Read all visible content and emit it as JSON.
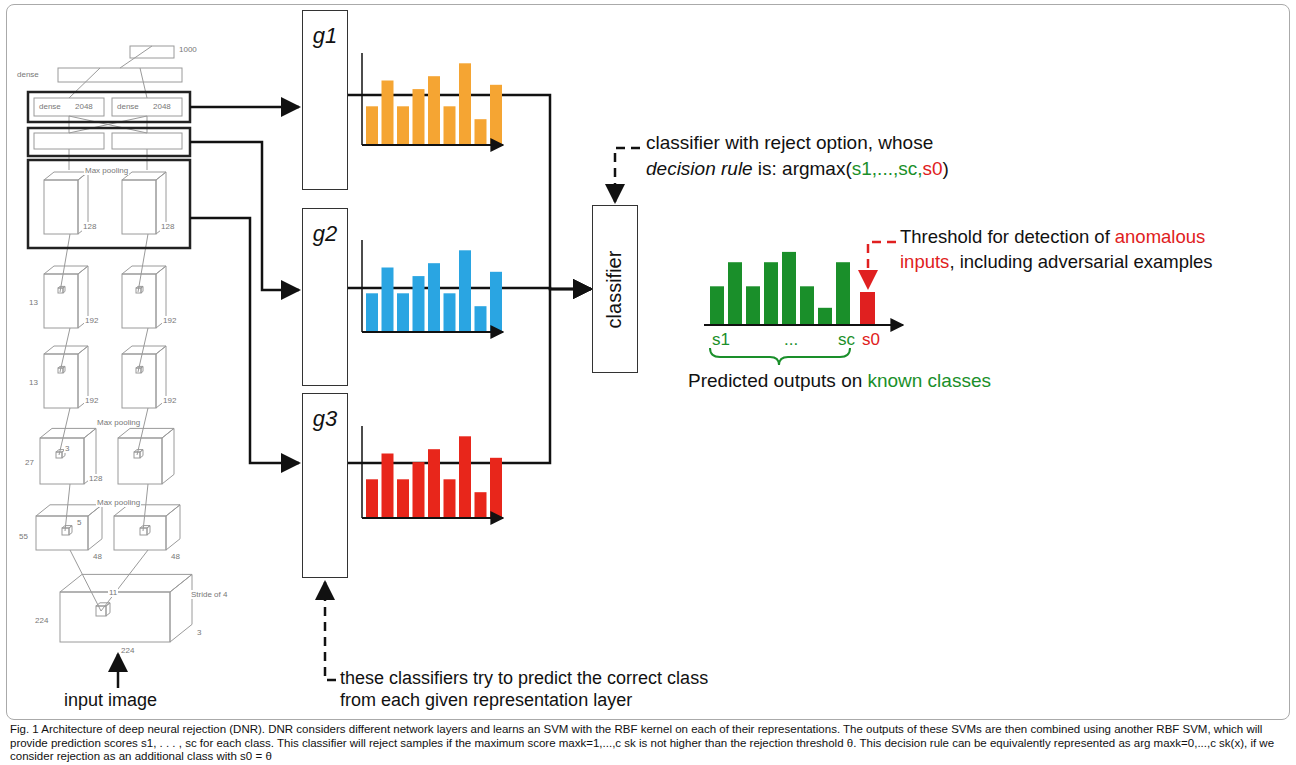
{
  "diagram": {
    "caption": "Fig. 1 Architecture of deep neural rejection (DNR). DNR considers different network layers and learns an SVM with the RBF kernel on each of their representations. The outputs of these SVMs are then combined using another RBF SVM, which will provide prediction scores s1, . . . , sc for each class. This classifier will reject samples if the maximum score maxk=1,...,c sk is not higher than the rejection threshold θ. This decision rule can be equivalently represented as arg maxk=0,...,c sk(x), if we consider rejection as an additional class with s0 = θ",
    "nodes": [
      {
        "text": [
          "g1"
        ]
      },
      {
        "text": [
          "g2"
        ]
      },
      {
        "text": [
          "g3"
        ]
      },
      {
        "text": [
          "classifier"
        ]
      }
    ],
    "edges": [
      {
        "from": 0,
        "to": 3,
        "arrow": "to"
      },
      {
        "from": 1,
        "to": 3,
        "arrow": "to"
      },
      {
        "from": 2,
        "to": 3,
        "arrow": "to"
      }
    ],
    "labels": [
      "classifier with reject option, whose",
      "decision rule",
      "is: argmax(",
      "s1,...,sc,",
      "s0",
      ")",
      "Threshold for detection of",
      "anomalous",
      "inputs",
      ", including adversarial examples",
      "s1",
      "...",
      "sc",
      "s0",
      "Predicted outputs on",
      "known classes",
      "these classifiers try to predict the correct class",
      "from each given representation layer",
      "input image",
      "1000",
      "dense",
      "dense",
      "dense",
      "2048",
      "2048",
      "128",
      "128",
      "Max pooling",
      "13",
      "192",
      "192",
      "13",
      "192",
      "192",
      "27",
      "128",
      "Max pooling",
      "55",
      "48",
      "48",
      "Max pooling",
      "224",
      "224",
      "Stride of 4",
      "3",
      "11",
      "5",
      "3"
    ]
  }
}
